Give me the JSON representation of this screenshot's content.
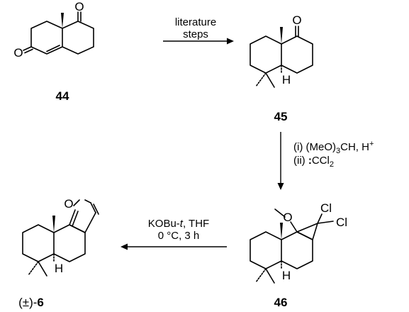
{
  "compounds": {
    "c44": {
      "label": "44"
    },
    "c45": {
      "label": "45"
    },
    "c46": {
      "label": "46"
    },
    "c6": {
      "prefix": "(±)-",
      "label": "6"
    }
  },
  "atoms": {
    "oxygen": "O",
    "hydrogen": "H",
    "chlorine": "Cl"
  },
  "steps": {
    "step1": {
      "line1": "literature",
      "line2": "steps"
    },
    "step2": {
      "line1": "(i) (MeO)",
      "line1_sub": "3",
      "line1_rest": "CH, H",
      "line1_sup": "+",
      "line2_pre": "(ii) ",
      "line2_bold": ":",
      "line2_main": "CCl",
      "line2_sub": "2"
    },
    "step3": {
      "line1_pre": "KOBu-",
      "line1_ital": "t",
      "line1_rest": ", THF",
      "line2": "0 °C, 3 h"
    }
  }
}
